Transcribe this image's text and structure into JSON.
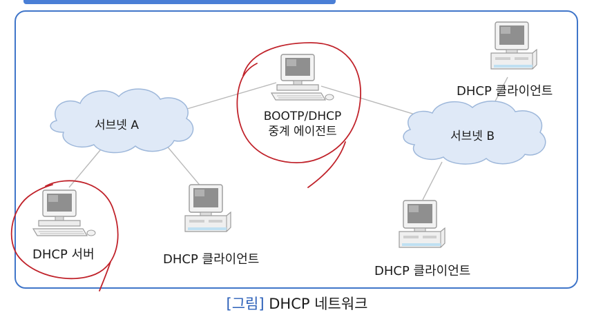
{
  "diagram": {
    "subnet_a": "서브넷 A",
    "subnet_b": "서브넷 B",
    "relay_line1": "BOOTP/DHCP",
    "relay_line2": "중계 에이전트",
    "server": "DHCP 서버",
    "client_bottom_mid": "DHCP 클라이언트",
    "client_top_right": "DHCP 클라이언트",
    "client_bottom_right": "DHCP 클라이언트"
  },
  "caption": {
    "tag": "[그림]",
    "text": "DHCP 네트워크"
  },
  "colors": {
    "frame": "#3f75c9",
    "cloud_fill": "#dfe9f7",
    "cloud_stroke": "#9db7da",
    "annotation": "#c0222a",
    "caption_tag": "#2a5fb8"
  }
}
